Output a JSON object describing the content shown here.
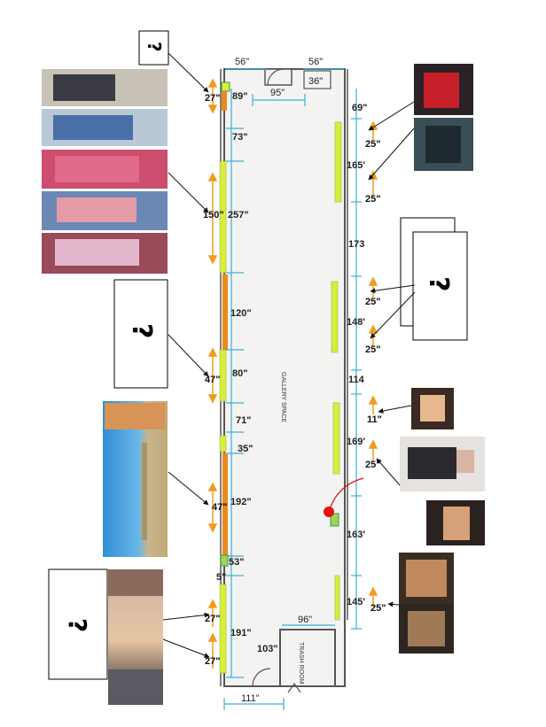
{
  "walls": {
    "left": {
      "room_dims": [
        "89\"",
        "73\"",
        "257\"",
        "120\"",
        "80\"",
        "71\"",
        "35\"",
        "192\"",
        "53\"",
        "5\"",
        "191\"",
        "103\""
      ],
      "spaces": [
        "27\"",
        "150\"",
        "47\"",
        "47\"",
        "27\"",
        "27\""
      ]
    },
    "right": {
      "room_dims": [
        "69\"",
        "165'",
        "173",
        "148'",
        "114",
        "169'",
        "163'",
        "145'"
      ],
      "spaces": [
        "25\"",
        "25\"",
        "25\"",
        "25\"",
        "11\"",
        "25\"",
        "25\""
      ]
    }
  },
  "top": {
    "dims": [
      "56\"",
      "56\"",
      "95\"",
      "36\""
    ]
  },
  "bottom": {
    "dims": [
      "96\"",
      "111\""
    ],
    "room_label": "TRASH ROOM"
  },
  "center_label": "GALLERY SPACE",
  "unknown_marker": "?",
  "colors": {
    "dim_line": "#3ab0d8",
    "arrow": "#f39a1e",
    "panel_green": "#d7ef3c",
    "panel_orange": "#e98a1f",
    "floor": "#f3f3f1",
    "wall": "#555555",
    "marker": "#e61010"
  }
}
